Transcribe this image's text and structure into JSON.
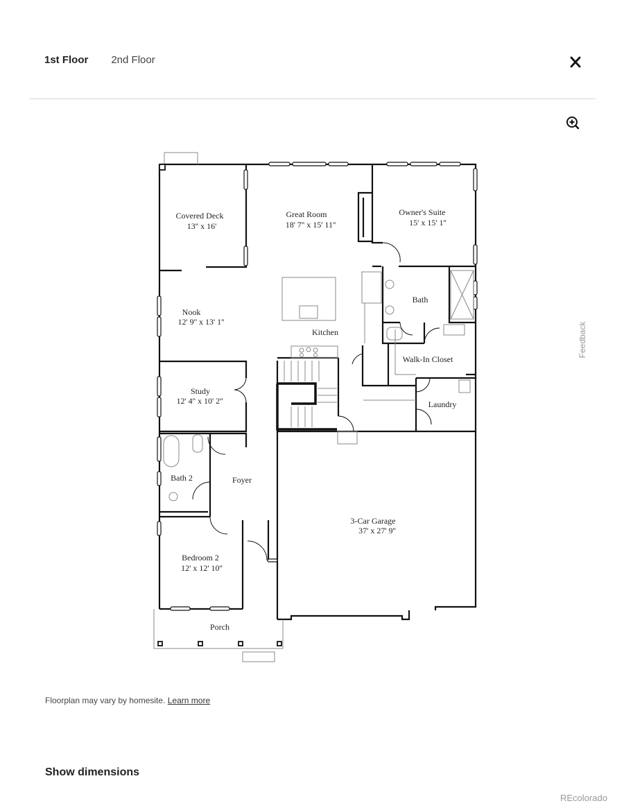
{
  "header": {
    "tabs": [
      {
        "label": "1st Floor",
        "active": true
      },
      {
        "label": "2nd Floor",
        "active": false
      }
    ],
    "close_icon": "close-icon"
  },
  "toolbar": {
    "zoom_icon": "zoom-in-icon"
  },
  "feedback_label": "Feedback",
  "floorplan": {
    "rooms": [
      {
        "name": "Covered Deck",
        "dims": "13'' x 16'"
      },
      {
        "name": "Great Room",
        "dims": "18' 7'' x 15' 11''"
      },
      {
        "name": "Owner's Suite",
        "dims": "15' x 15' 1''"
      },
      {
        "name": "Bath",
        "dims": ""
      },
      {
        "name": "Nook",
        "dims": "12' 9'' x 13' 1''"
      },
      {
        "name": "Kitchen",
        "dims": ""
      },
      {
        "name": "Walk-In Closet",
        "dims": ""
      },
      {
        "name": "Study",
        "dims": "12' 4'' x 10' 2''"
      },
      {
        "name": "Laundry",
        "dims": ""
      },
      {
        "name": "Bath 2",
        "dims": ""
      },
      {
        "name": "Foyer",
        "dims": ""
      },
      {
        "name": "3-Car Garage",
        "dims": "37' x 27' 9''"
      },
      {
        "name": "Bedroom 2",
        "dims": "12' x 12' 10''"
      },
      {
        "name": "Porch",
        "dims": ""
      }
    ]
  },
  "footer": {
    "disclaimer": "Floorplan may vary by homesite.",
    "learn_more": "Learn more",
    "show_dimensions": "Show dimensions",
    "credit": "REcolorado"
  },
  "colors": {
    "wall": "#111111",
    "fixture": "#9a9a9a",
    "divider": "#d6d6d6",
    "muted_text": "#999999"
  }
}
